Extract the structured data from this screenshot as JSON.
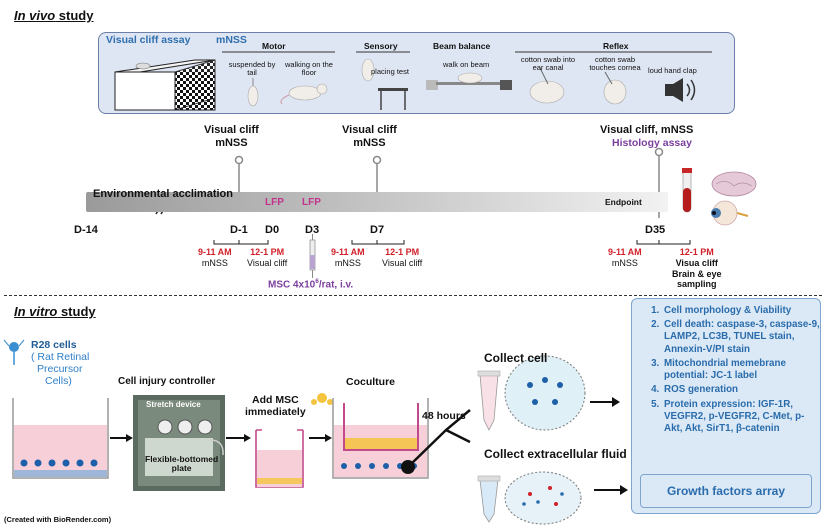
{
  "in_vivo": {
    "title_italic": "In vivo",
    "title_rest": " study",
    "box": {
      "visual_cliff_assay": "Visual cliff assay",
      "mnss": "mNSS",
      "motor": "Motor",
      "suspended": "suspended by tail",
      "walking_floor": "walking on the floor",
      "sensory": "Sensory",
      "placing": "placing test",
      "beam_balance": "Beam balance",
      "walk_beam": "walk on beam",
      "reflex": "Reflex",
      "ear": "cotton swab into ear canal",
      "cornea": "cotton swab touches cornea",
      "clap": "loud hand clap"
    },
    "events": {
      "vc_mnss_1a": "Visual cliff",
      "vc_mnss_1b": "mNSS",
      "vc_mnss_2a": "Visual cliff",
      "vc_mnss_2b": "mNSS",
      "vc_mnss_3": "Visual cliff, mNSS",
      "histology": "Histology assay"
    },
    "bar": {
      "acclimation": "Environmental acclimation",
      "endpoint": "Endpoint"
    },
    "days": {
      "d14": "D-14",
      "d1": "D-1",
      "d0": "D0",
      "d3": "D3",
      "d7": "D7",
      "d35": "D35"
    },
    "lfp1": "LFP",
    "lfp2": "LFP",
    "sched": {
      "a_time": "9-11 AM",
      "a_task": "mNSS",
      "b_time": "12-1 PM",
      "b_task": "Visual cliff",
      "c_time": "9-11 AM",
      "c_task": "mNSS",
      "d_time": "12-1 PM",
      "d_task": "Visual cliff",
      "e_time": "9-11 AM",
      "e_task": "mNSS",
      "f_time": "12-1 PM",
      "f_task1": "Visua cliff",
      "f_task2": "Brain & eye",
      "f_task3": "sampling"
    },
    "msc_pre": "MSC 4x10",
    "msc_sup": "6",
    "msc_post": "/rat, i.v."
  },
  "in_vitro": {
    "title_italic": "In vitro",
    "title_rest": " study",
    "r28_1": "R28 cells",
    "r28_2": "( Rat Retinal",
    "r28_3": "Precursor",
    "r28_4": "Cells)",
    "controller": "Cell injury controller",
    "stretch": "Stretch device",
    "flex1": "Flexible-bottomed",
    "flex2": "plate",
    "add_msc1": "Add MSC",
    "add_msc2": "immediately",
    "coculture": "Coculture",
    "hours": "48 hours",
    "collect_cell": "Collect cell",
    "collect_fluid": "Collect extracellular fluid",
    "list": [
      "Cell morphology & Viability",
      "Cell death: caspase-3, caspase-9, LAMP2, LC3B, TUNEL stain, Annexin-V/PI stain",
      "Mitochondrial memebrane potential: JC-1 label",
      "ROS generation",
      "Protein expression: IGF-1R, VEGFR2, p-VEGFR2, C-Met, p-Akt, Akt, SirT1, β-catenin"
    ],
    "growth": "Growth factors array"
  },
  "credit": "(Created with BioRender.com)"
}
